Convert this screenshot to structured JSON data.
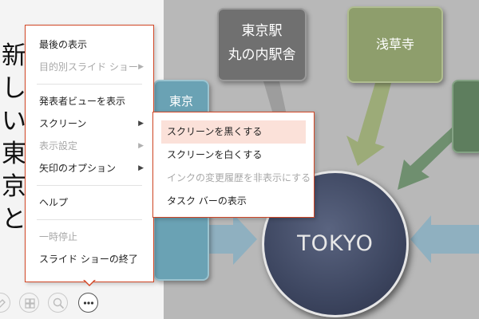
{
  "slide": {
    "title_chars": [
      "新",
      "し",
      "い",
      "東",
      "京",
      "と"
    ],
    "station_box": {
      "line1": "東京駅",
      "line2": "丸の内駅舎"
    },
    "asakusa_box": "浅草寺",
    "left_box_partial": "東京",
    "center_circle": "TOKYO"
  },
  "menu": {
    "items": [
      {
        "label": "最後の表示",
        "disabled": false,
        "submenu": false
      },
      {
        "label": "目的別スライド ショー",
        "disabled": true,
        "submenu": true
      },
      {
        "label": "発表者ビューを表示",
        "disabled": false,
        "submenu": false
      },
      {
        "label": "スクリーン",
        "disabled": false,
        "submenu": true
      },
      {
        "label": "表示設定",
        "disabled": true,
        "submenu": true
      },
      {
        "label": "矢印のオプション",
        "disabled": false,
        "submenu": true
      },
      {
        "label": "ヘルプ",
        "disabled": false,
        "submenu": false
      },
      {
        "label": "一時停止",
        "disabled": true,
        "submenu": false
      },
      {
        "label": "スライド ショーの終了",
        "disabled": false,
        "submenu": false
      }
    ],
    "submenu_arrow": "▶"
  },
  "submenu": {
    "items": [
      {
        "label": "スクリーンを黒くする",
        "disabled": false,
        "highlighted": true
      },
      {
        "label": "スクリーンを白くする",
        "disabled": false,
        "highlighted": false
      },
      {
        "label": "インクの変更履歴を非表示にする",
        "disabled": true,
        "highlighted": false
      },
      {
        "label": "タスク バーの表示",
        "disabled": false,
        "highlighted": false
      }
    ]
  },
  "controls": {
    "icons": [
      "pen-icon",
      "slides-grid-icon",
      "zoom-icon",
      "more-options-icon"
    ]
  },
  "colors": {
    "menu_border": "#d24726",
    "highlight": "#fbe1d9",
    "disabled_text": "#a8a8a8"
  }
}
